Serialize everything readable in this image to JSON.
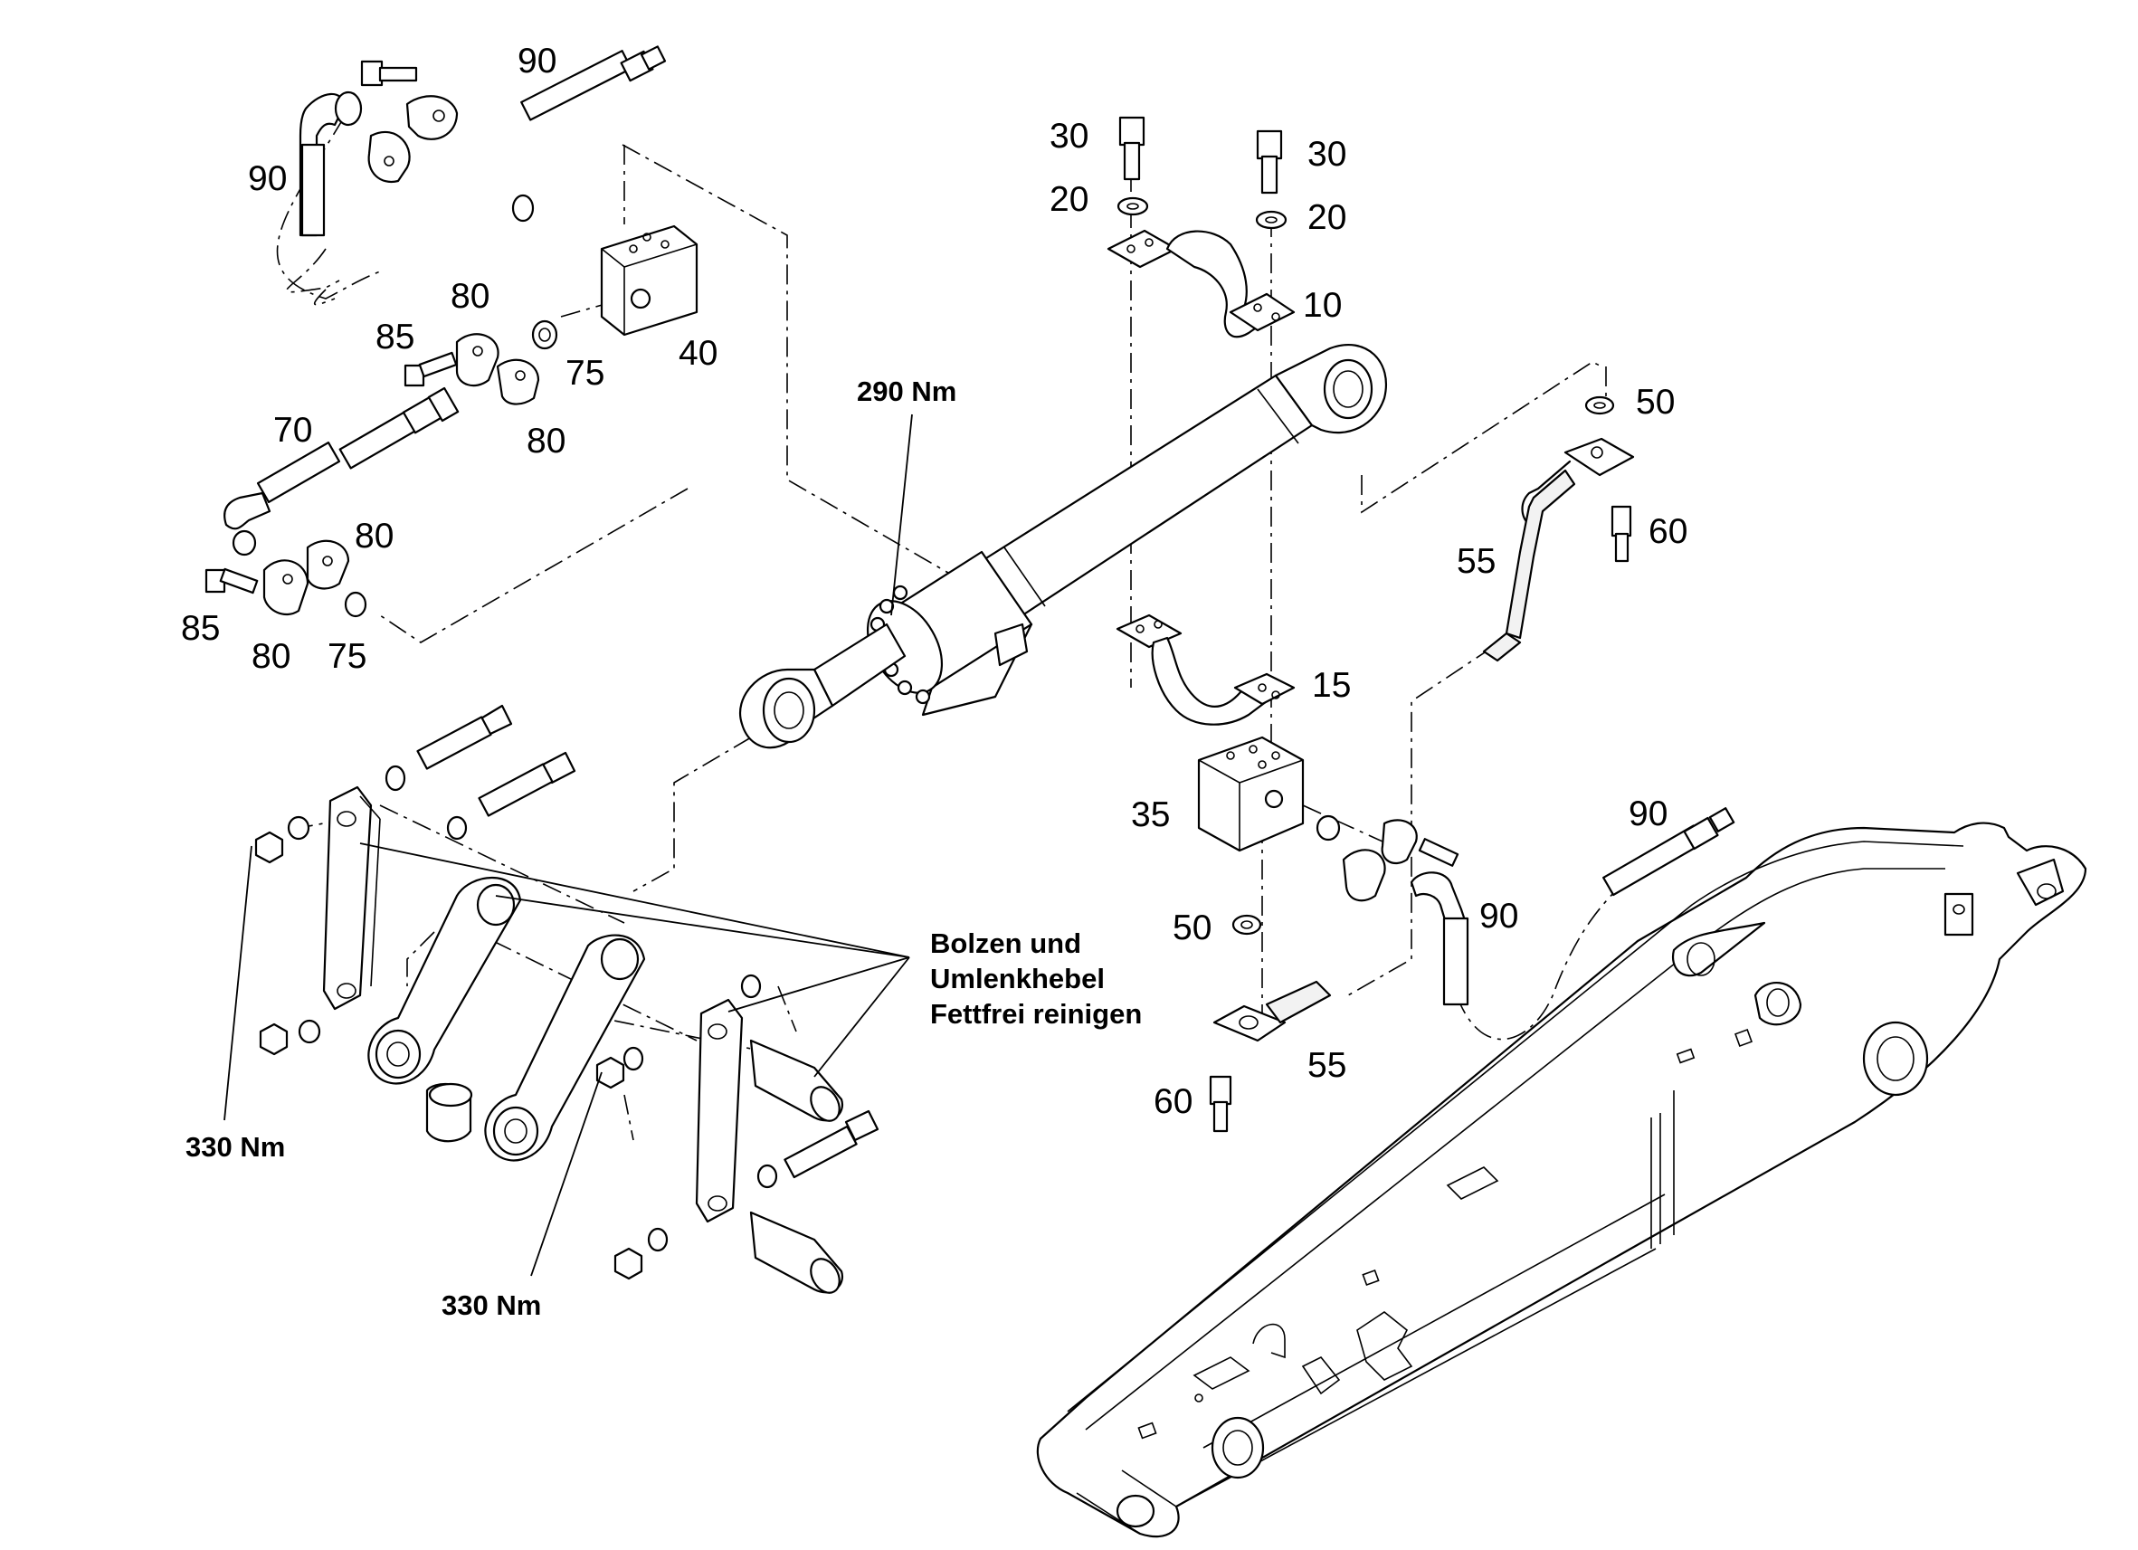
{
  "labels": {
    "p90_top": "90",
    "p90_left": "90",
    "p30_left": "30",
    "p30_right": "30",
    "p20_left": "20",
    "p20_right": "20",
    "p10": "10",
    "p80_a": "80",
    "p85_a": "85",
    "p75_a": "75",
    "p40": "40",
    "p80_b": "80",
    "p70": "70",
    "p80_c": "80",
    "p85_b": "85",
    "p80_d": "80",
    "p75_b": "75",
    "p50_top": "50",
    "p60_top": "60",
    "p55_top": "55",
    "p15": "15",
    "p35": "35",
    "p90_right_a": "90",
    "p90_right_b": "90",
    "p50_bottom": "50",
    "p55_bottom": "55",
    "p60_bottom": "60"
  },
  "torque": {
    "cylinder": "290 Nm",
    "lower_left": "330 Nm",
    "lower_mid": "330 Nm"
  },
  "note": {
    "line1": "Bolzen und",
    "line2": "Umlenkhebel",
    "line3": "Fettfrei reinigen"
  }
}
